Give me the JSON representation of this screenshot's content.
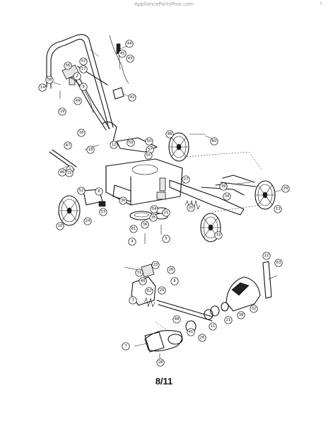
{
  "header": {
    "site": "AppliancePartsPros.com",
    "corner": "3"
  },
  "page_label": "8/11",
  "callouts": [
    "44",
    "45",
    "43",
    "58",
    "56",
    "57",
    "14",
    "17",
    "9",
    "42",
    "19",
    "2",
    "49",
    "16",
    "48",
    "47",
    "50",
    "37",
    "18",
    "59",
    "12",
    "1",
    "15",
    "55",
    "46",
    "60",
    "13",
    "27",
    "10",
    "6",
    "52",
    "24",
    "30",
    "33",
    "39",
    "34",
    "29",
    "53",
    "20",
    "54",
    "5",
    "4",
    "36",
    "35",
    "21",
    "61",
    "23",
    "8",
    "26",
    "62",
    "25",
    "3",
    "48",
    "41",
    "26",
    "11",
    "7",
    "28",
    "31",
    "40",
    "21",
    "38",
    "32",
    "22",
    "63"
  ]
}
